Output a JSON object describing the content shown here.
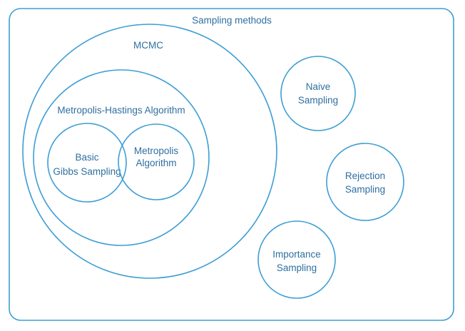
{
  "diagram": {
    "container": {
      "title": "Sampling methods"
    },
    "mcmc": {
      "label": "MCMC"
    },
    "metropolis_hastings": {
      "label": "Metropolis-Hastings Algorithm"
    },
    "gibbs": {
      "line1": "Basic",
      "line2": "Gibbs Sampling"
    },
    "metropolis": {
      "line1": "Metropolis",
      "line2": "Algorithm"
    },
    "naive": {
      "line1": "Naive",
      "line2": "Sampling"
    },
    "rejection": {
      "line1": "Rejection",
      "line2": "Sampling"
    },
    "importance": {
      "line1": "Importance",
      "line2": "Sampling"
    },
    "colors": {
      "stroke": "#3d9ed4",
      "text": "#2f6f9f",
      "background": "#ffffff"
    }
  }
}
